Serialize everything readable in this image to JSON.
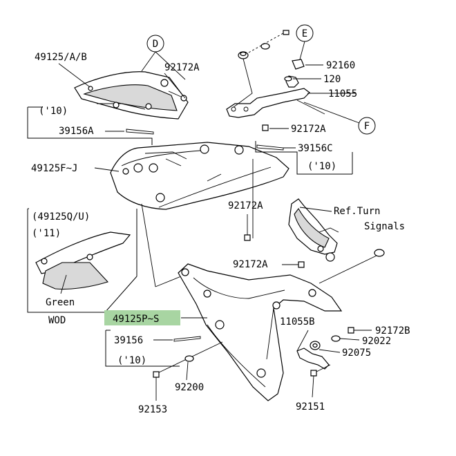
{
  "labels": {
    "p49125ab": "49125/A/B",
    "p92172a_top": "92172A",
    "p10_top": "('10)",
    "p39156a": "39156A",
    "p49125fj": "49125F~J",
    "p92160": "92160",
    "p120": "120",
    "p11055": "11055",
    "p92172a_mid": "92172A",
    "p39156c": "39156C",
    "p10_right": "('10)",
    "p92172a_center": "92172A",
    "p_refturn_1": "Ref.Turn",
    "p_refturn_2": "Signals",
    "p92172a_low": "92172A",
    "p49125qu": "(49125Q/U)",
    "p11_inset": "('11)",
    "p_green": "Green",
    "p_wod": "WOD",
    "p49125ps": "49125P~S",
    "p39156": "39156",
    "p10_bottom": "('10)",
    "p11055b": "11055B",
    "p92172b": "92172B",
    "p92022": "92022",
    "p92075": "92075",
    "p92200": "92200",
    "p92153": "92153",
    "p92151": "92151"
  },
  "callouts": {
    "d": "D",
    "e": "E",
    "f": "F"
  },
  "colors": {
    "highlight": "#a8d5a2",
    "line": "#000000",
    "shade": "#d9d9d9"
  }
}
